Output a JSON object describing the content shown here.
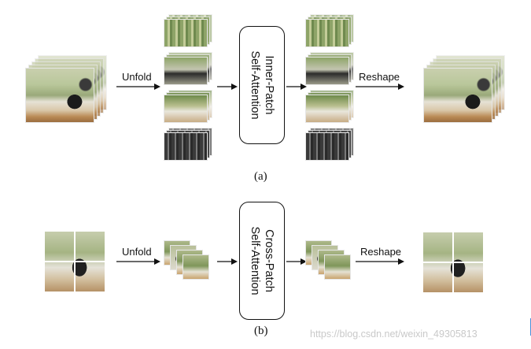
{
  "panel_a": {
    "unfold_label": "Unfold",
    "attention_line1": "Inner-Patch",
    "attention_line2": "Self-Attention",
    "reshape_label": "Reshape",
    "caption": "(a)"
  },
  "panel_b": {
    "unfold_label": "Unfold",
    "attention_line1": "Cross-Patch",
    "attention_line2": "Self-Attention",
    "reshape_label": "Reshape",
    "caption": "(b)"
  },
  "watermark": "https://blog.csdn.net/weixin_49305813"
}
